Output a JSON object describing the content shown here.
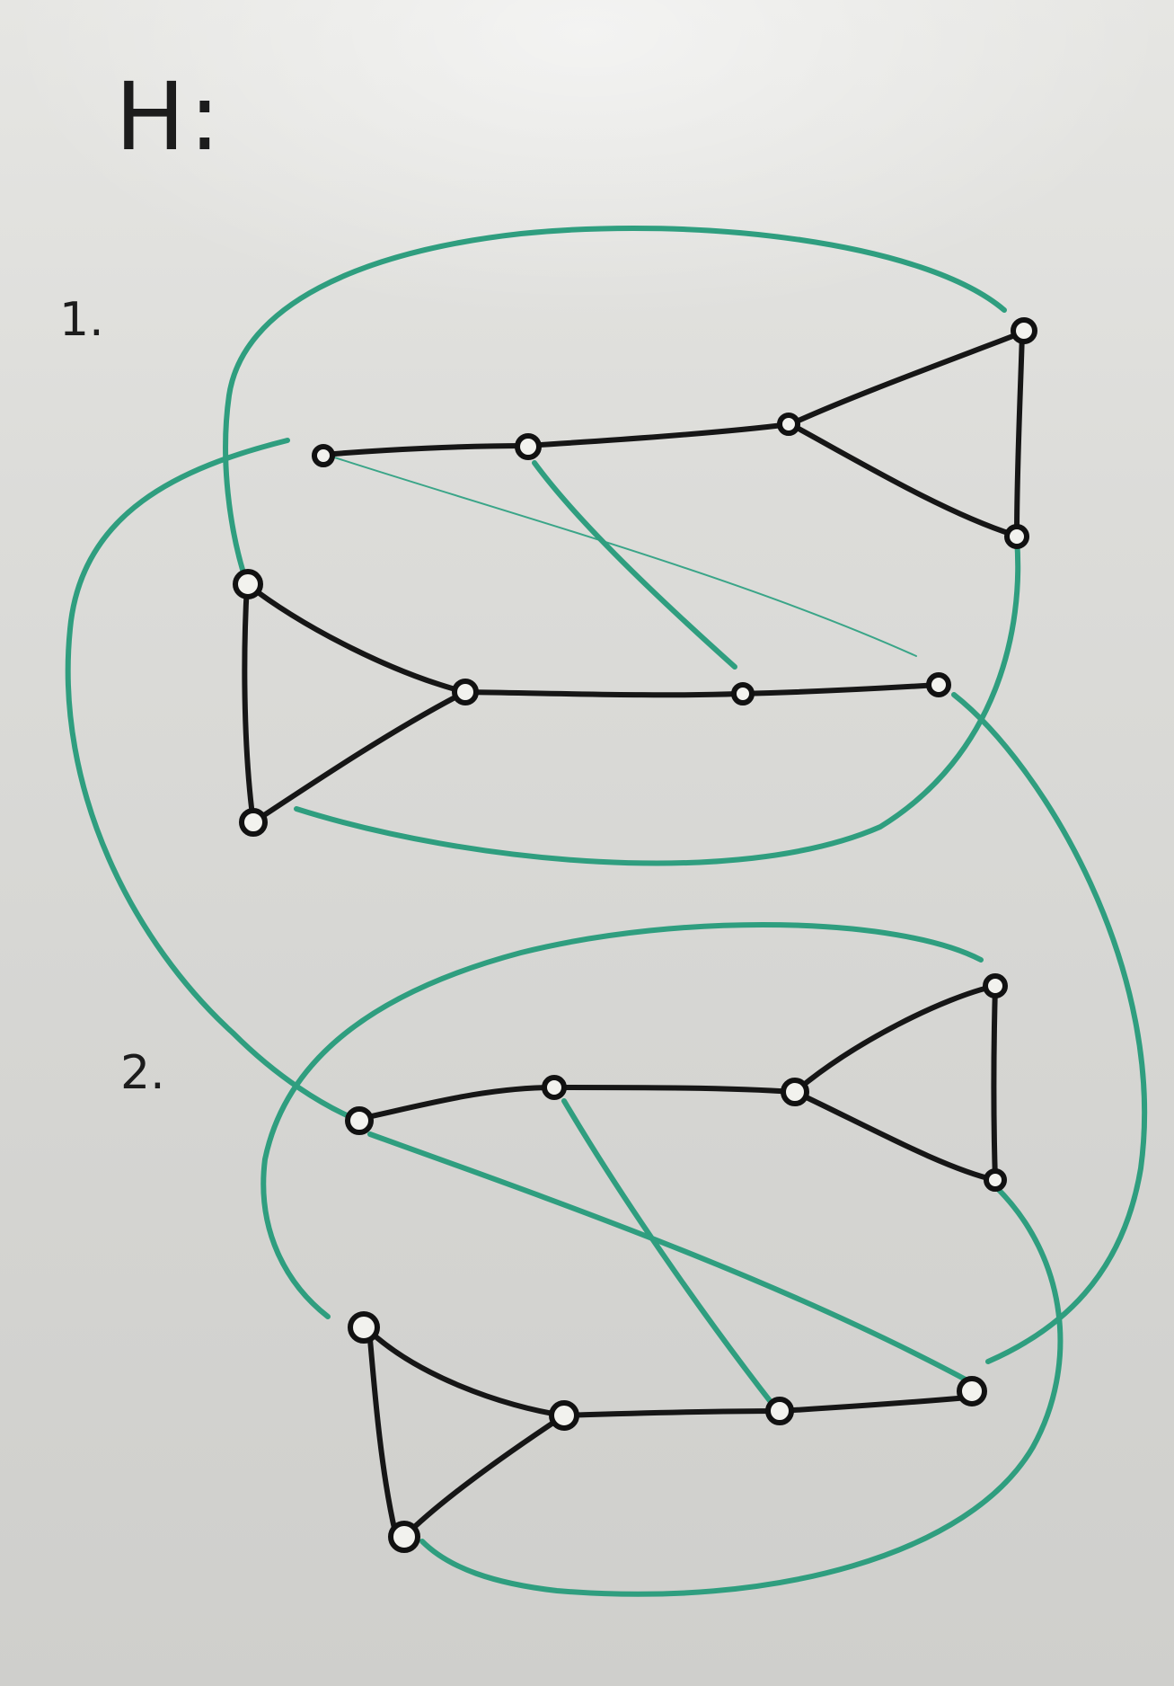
{
  "diagram": {
    "title": "H:",
    "labels": {
      "copy_1": "1.",
      "copy_2": "2."
    },
    "colors": {
      "ink": "#161616",
      "green_marker": "#2f9e7f",
      "board": "#dcdcd9"
    }
  }
}
